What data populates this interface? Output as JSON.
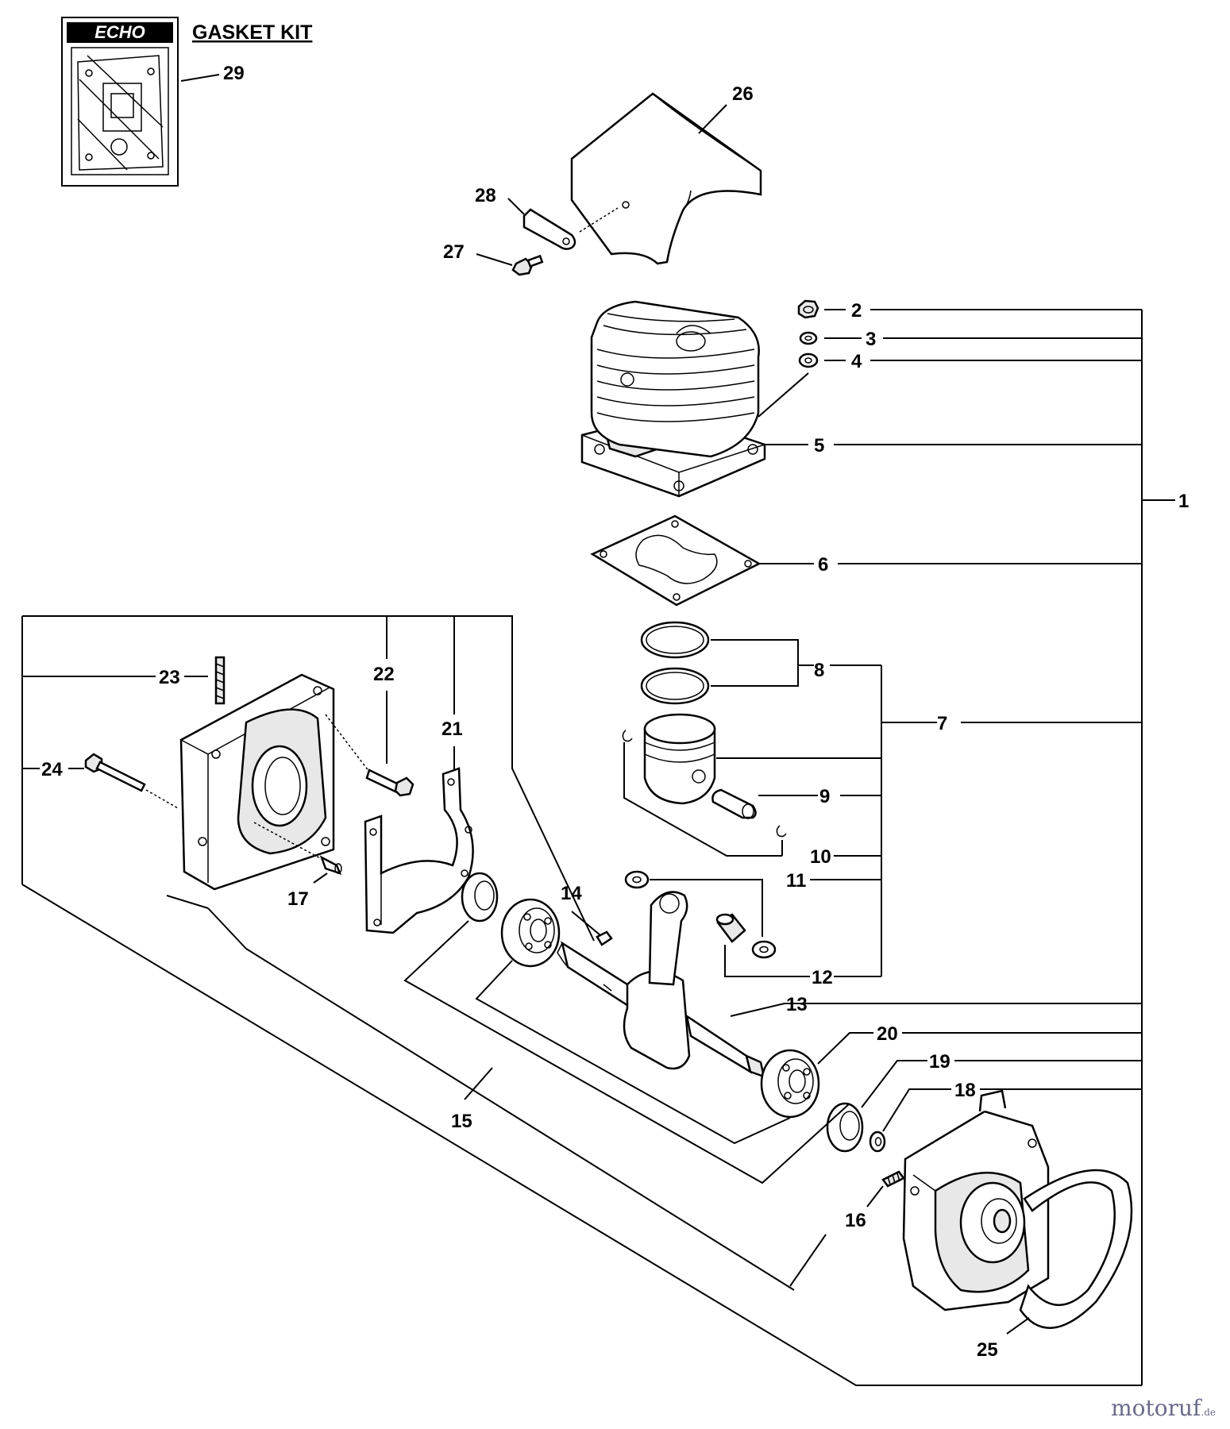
{
  "gasket_kit": {
    "brand": "ECHO",
    "title": "GASKET KIT",
    "part_number": "29"
  },
  "callouts": [
    "1",
    "2",
    "3",
    "4",
    "5",
    "6",
    "7",
    "8",
    "9",
    "10",
    "11",
    "12",
    "13",
    "14",
    "15",
    "16",
    "17",
    "18",
    "19",
    "20",
    "21",
    "22",
    "23",
    "24",
    "25",
    "26",
    "27",
    "28"
  ],
  "watermark": {
    "main": "motoruf",
    "sub": ".de"
  }
}
